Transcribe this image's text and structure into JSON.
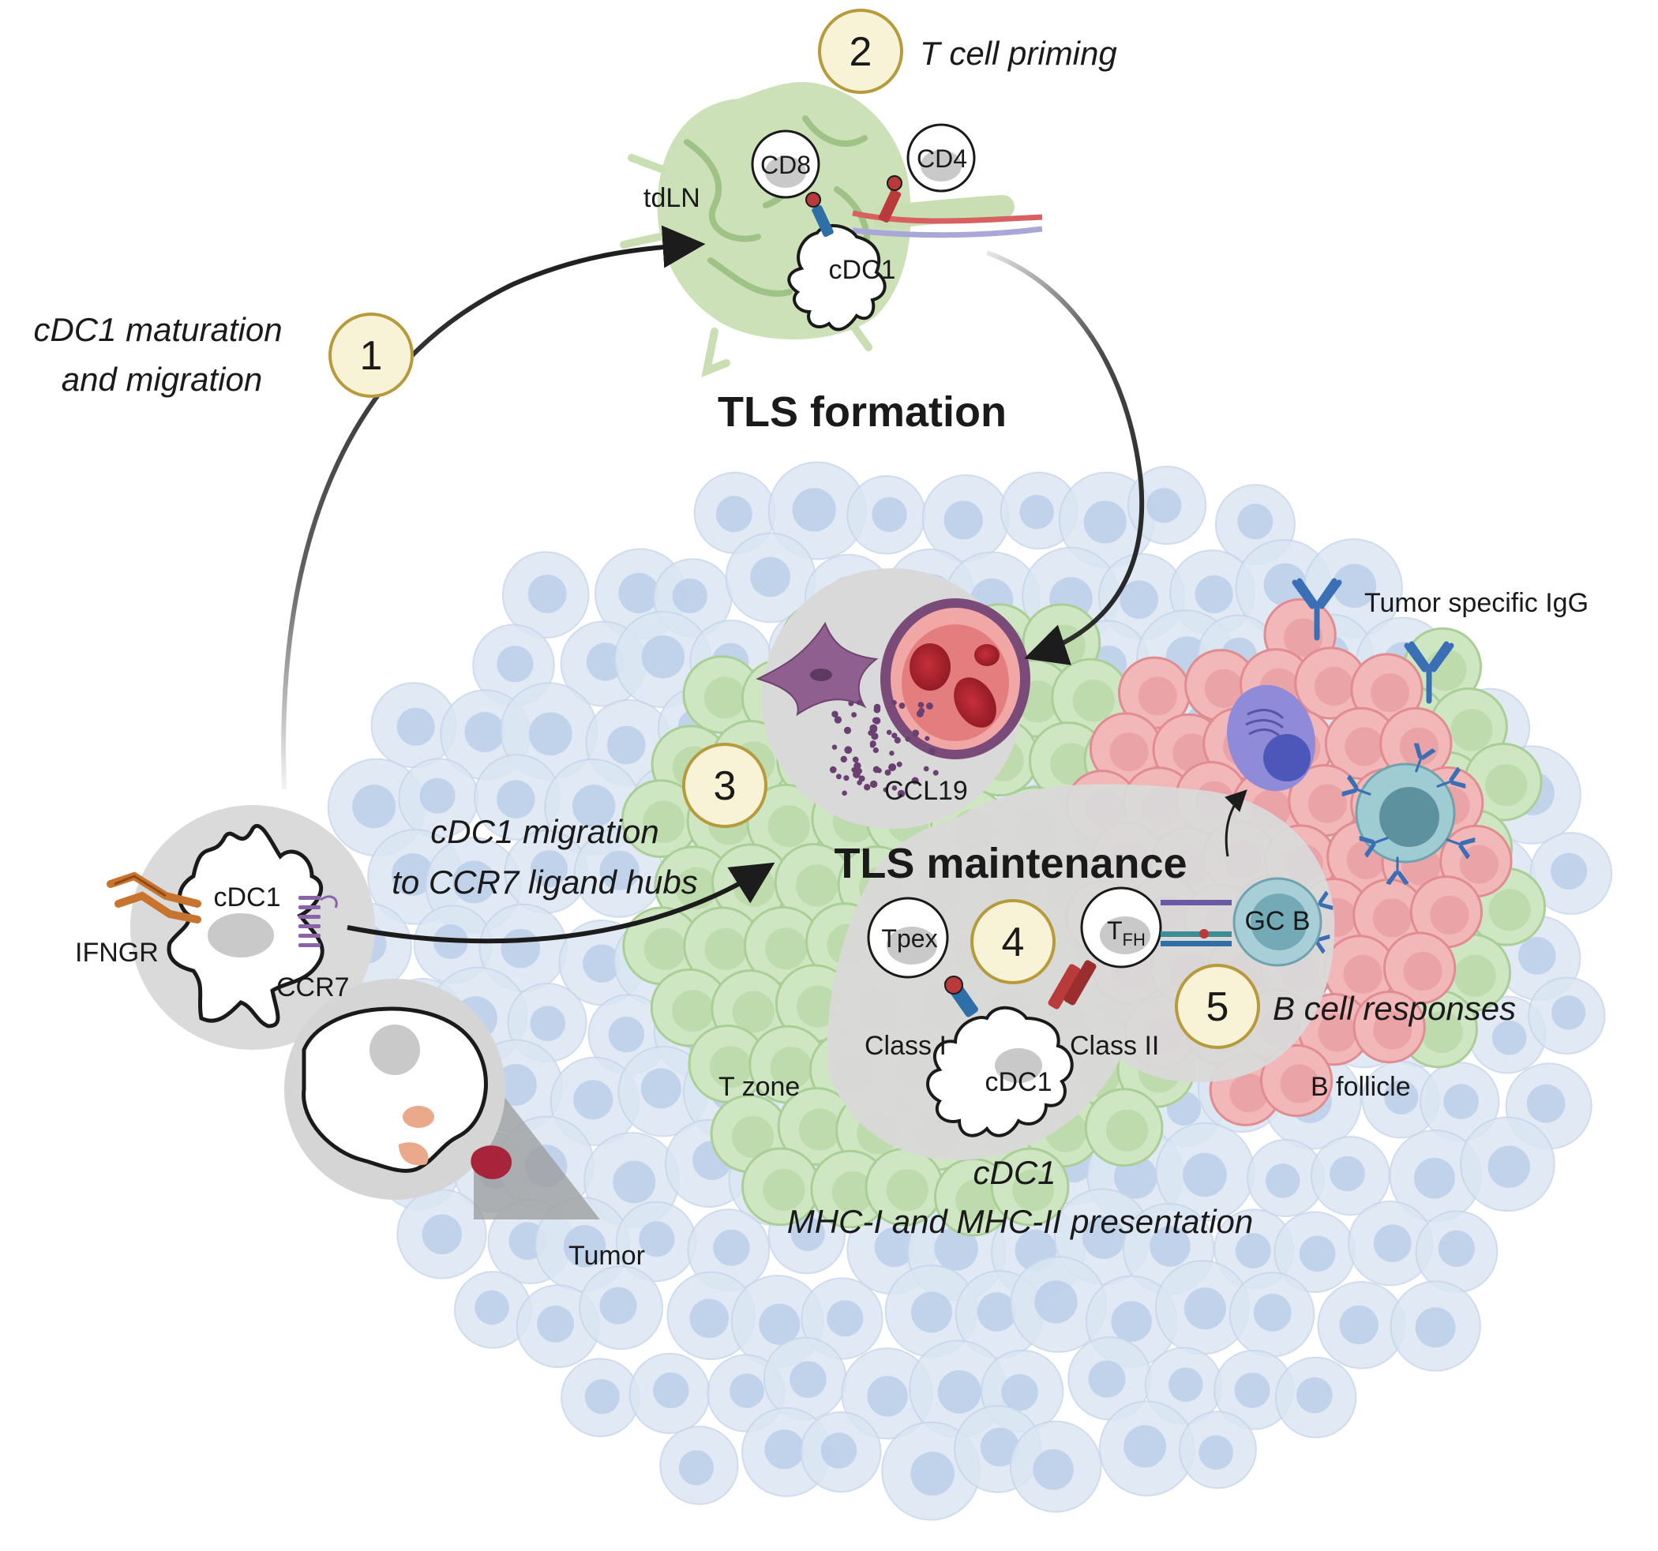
{
  "steps": [
    {
      "number": "1",
      "label_lines": [
        "cDC1 maturation",
        "and migration"
      ]
    },
    {
      "number": "2",
      "label_lines": [
        "T cell priming"
      ]
    },
    {
      "number": "3",
      "label_lines": [
        "cDC1 migration",
        "to CCR7 ligand hubs"
      ]
    },
    {
      "number": "4",
      "label_lines": [
        "cDC1",
        "MHC-I and MHC-II presentation"
      ]
    },
    {
      "number": "5",
      "label_lines": [
        "B cell responses"
      ]
    }
  ],
  "headings": {
    "tls_formation": "TLS formation",
    "tls_maintenance": "TLS maintenance"
  },
  "labels": {
    "tdln": "tdLN",
    "cd8": "CD8",
    "cd4": "CD4",
    "cdc1": "cDC1",
    "ifngr": "IFNGR",
    "ccr7": "CCR7",
    "ccl19": "CCL19",
    "tumor": "Tumor",
    "t_zone": "T zone",
    "b_follicle": "B follicle",
    "tpex": "Tpex",
    "tfh_main": "T",
    "tfh_sub": "FH",
    "gc_b": "GC B",
    "class_i": "Class I",
    "class_ii": "Class II",
    "tumor_igg": "Tumor specific IgG"
  },
  "colors": {
    "badge_fill": "#f8f3d6",
    "badge_stroke": "#b79a3c",
    "tumor_cell": "#dbe6f3",
    "tumor_nucleus": "#b9cde9",
    "t_zone_cell": "#cfe6c2",
    "b_follicle_cell": "#f2b7b9",
    "callout_grey": "#d9d9d9",
    "lymph_node": "#c9dfb3",
    "arrow": "#1c1c1c",
    "cd8_receptor": "#2e6fa8",
    "cd4_receptor": "#b83a3a",
    "ccr7_receptor": "#8a62a8",
    "ifngr_receptor": "#c8742f",
    "antibody": "#3a6fb5"
  }
}
